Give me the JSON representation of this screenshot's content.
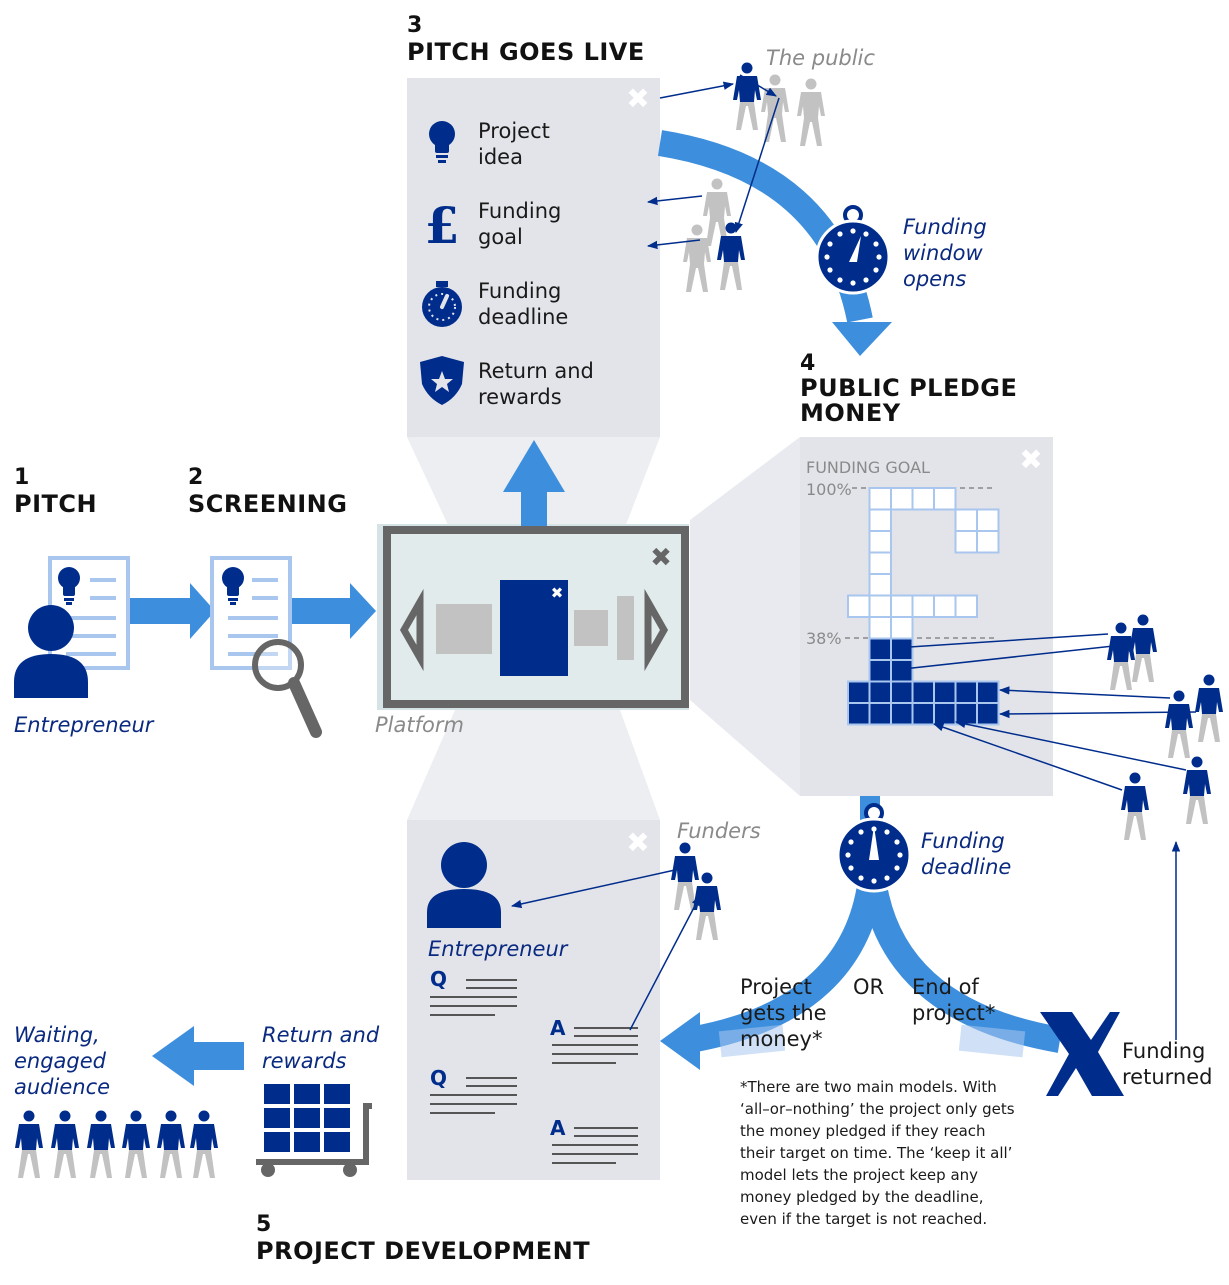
{
  "colors": {
    "navy": "#002d8c",
    "blue": "#3d8fdd",
    "light_blue": "#a9c6ee",
    "panel": "#e3e4ea",
    "grey_figure": "#c2c2c2",
    "grey_dark": "#666666"
  },
  "steps": {
    "pitch": {
      "number": "1",
      "title": "PITCH"
    },
    "screening": {
      "number": "2",
      "title": "SCREENING"
    },
    "live": {
      "number": "3",
      "title": "PITCH GOES LIVE"
    },
    "pledge": {
      "number": "4",
      "title_line1": "PUBLIC PLEDGE",
      "title_line2": "MONEY"
    },
    "development": {
      "number": "5",
      "title": "PROJECT DEVELOPMENT"
    }
  },
  "labels": {
    "entrepreneur": "Entrepreneur",
    "platform": "Platform",
    "the_public": "The public",
    "funders": "Funders",
    "window_line1": "Funding",
    "window_line2": "window",
    "window_line3": "opens",
    "deadline_line1": "Funding",
    "deadline_line2": "deadline",
    "waiting_line1": "Waiting,",
    "waiting_line2": "engaged",
    "waiting_line3": "audience",
    "return_line1": "Return and",
    "return_line2": "rewards",
    "outcome_left_line1": "Project",
    "outcome_left_line2": "gets the",
    "outcome_left_line3": "money*",
    "outcome_or": "OR",
    "outcome_right_line1": "End of",
    "outcome_right_line2": "project*",
    "returned_line1": "Funding",
    "returned_line2": "returned"
  },
  "pitch_items": [
    {
      "icon": "lightbulb-icon",
      "line1": "Project",
      "line2": "idea"
    },
    {
      "icon": "pound-icon",
      "line1": "Funding",
      "line2": "goal"
    },
    {
      "icon": "stopwatch-icon",
      "line1": "Funding",
      "line2": "deadline"
    },
    {
      "icon": "shield-star-icon",
      "line1": "Return and",
      "line2": "rewards"
    }
  ],
  "qa_letters": {
    "q": "Q",
    "a": "A"
  },
  "funding_chart": {
    "title": "FUNDING GOAL",
    "tick_top": "100%",
    "tick_mid": "38%",
    "goal_percent": 100,
    "pledged_percent": 38
  },
  "footnote": "*There are two main models. With ‘all–or–nothing’ the project only gets the money pledged if they reach their target on time. The ‘keep it all’ model lets the project keep any money pledged by the deadline, even if the target is not reached."
}
